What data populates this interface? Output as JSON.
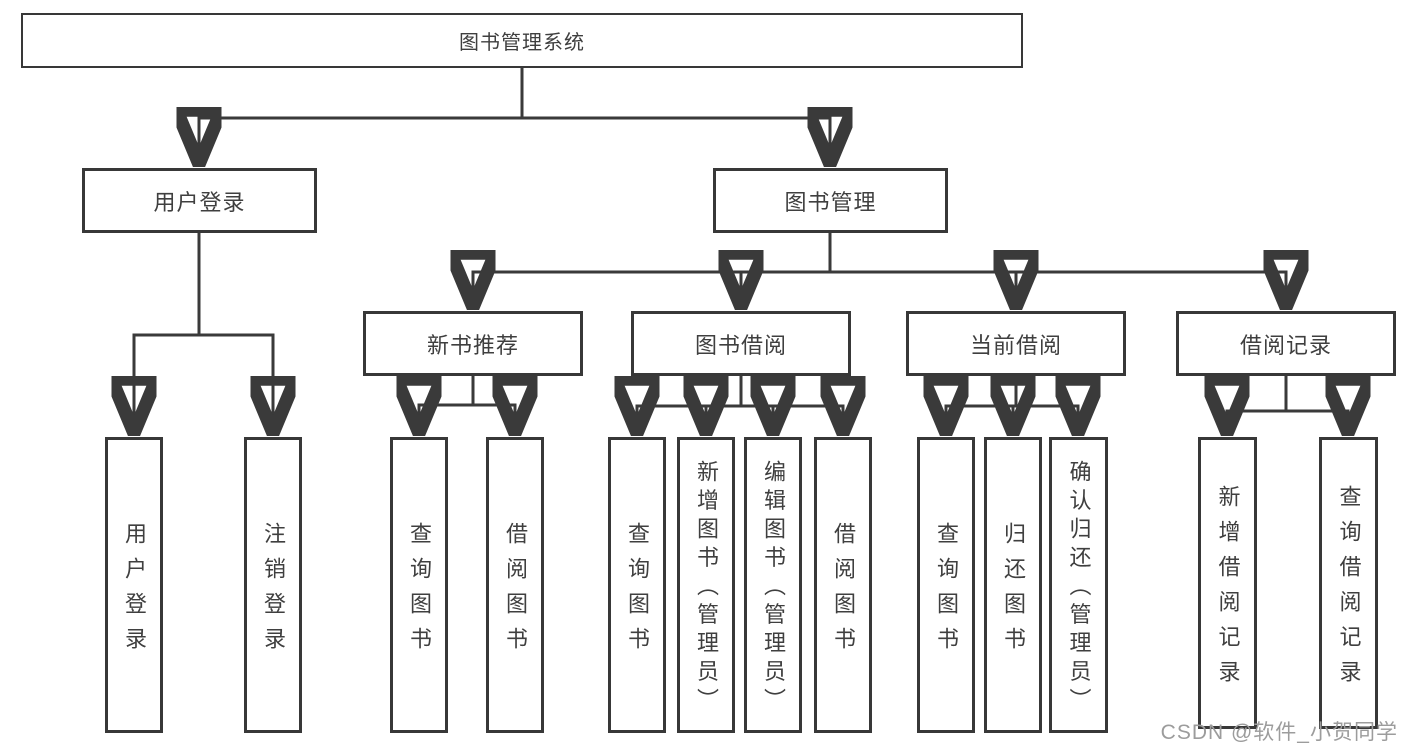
{
  "diagram": {
    "title": "图书管理系统",
    "branches": [
      {
        "label": "用户登录",
        "leaves": [
          "用户登录",
          "注销登录"
        ]
      },
      {
        "label": "图书管理",
        "groups": [
          {
            "label": "新书推荐",
            "leaves": [
              "查询图书",
              "借阅图书"
            ]
          },
          {
            "label": "图书借阅",
            "leaves": [
              "查询图书",
              "新增图书（管理员）",
              "编辑图书（管理员）",
              "借阅图书"
            ]
          },
          {
            "label": "当前借阅",
            "leaves": [
              "查询图书",
              "归还图书",
              "确认归还（管理员）"
            ]
          },
          {
            "label": "借阅记录",
            "leaves": [
              "新增借阅记录",
              "查询借阅记录"
            ]
          }
        ]
      }
    ]
  },
  "watermark": {
    "text": "CSDN @软件_小贺同学"
  },
  "colors": {
    "line": "#3a3a3a",
    "box_border": "#383838",
    "text": "#3f3f3f",
    "watermark": "#9c9c9c",
    "background": "#ffffff"
  }
}
